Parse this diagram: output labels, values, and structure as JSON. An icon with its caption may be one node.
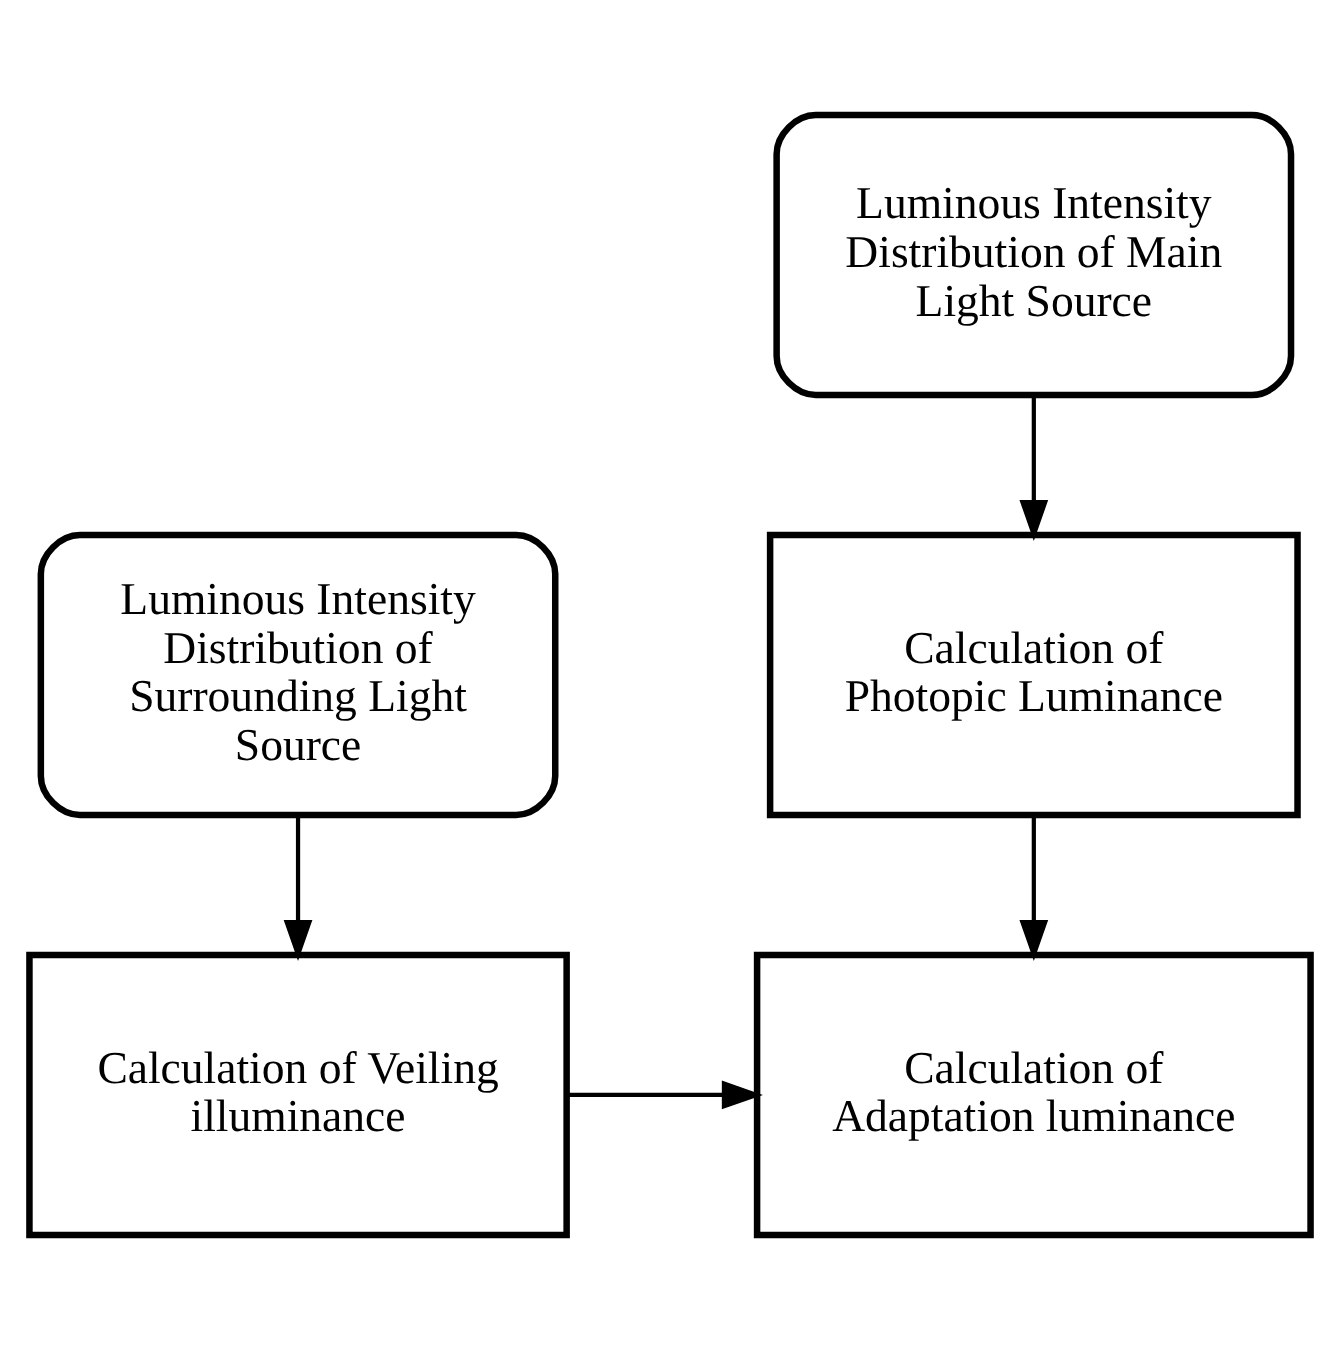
{
  "diagram": {
    "nodes": [
      {
        "text": [
          "Luminous Intensity Distribution of Main Light Source"
        ]
      },
      {
        "text": [
          "Luminous Intensity Distribution of Surrounding Light Source"
        ]
      },
      {
        "text": [
          "Calculation of Photopic Luminance"
        ]
      },
      {
        "text": [
          "Calculation of Veiling illuminance"
        ]
      },
      {
        "text": [
          "Calculation of Adaptation luminance"
        ]
      }
    ],
    "edges": [
      {
        "from": 0,
        "to": 2,
        "arrow": "to"
      },
      {
        "from": 1,
        "to": 3,
        "arrow": "to"
      },
      {
        "from": 2,
        "to": 4,
        "arrow": "to"
      },
      {
        "from": 3,
        "to": 4,
        "arrow": "to"
      }
    ]
  }
}
